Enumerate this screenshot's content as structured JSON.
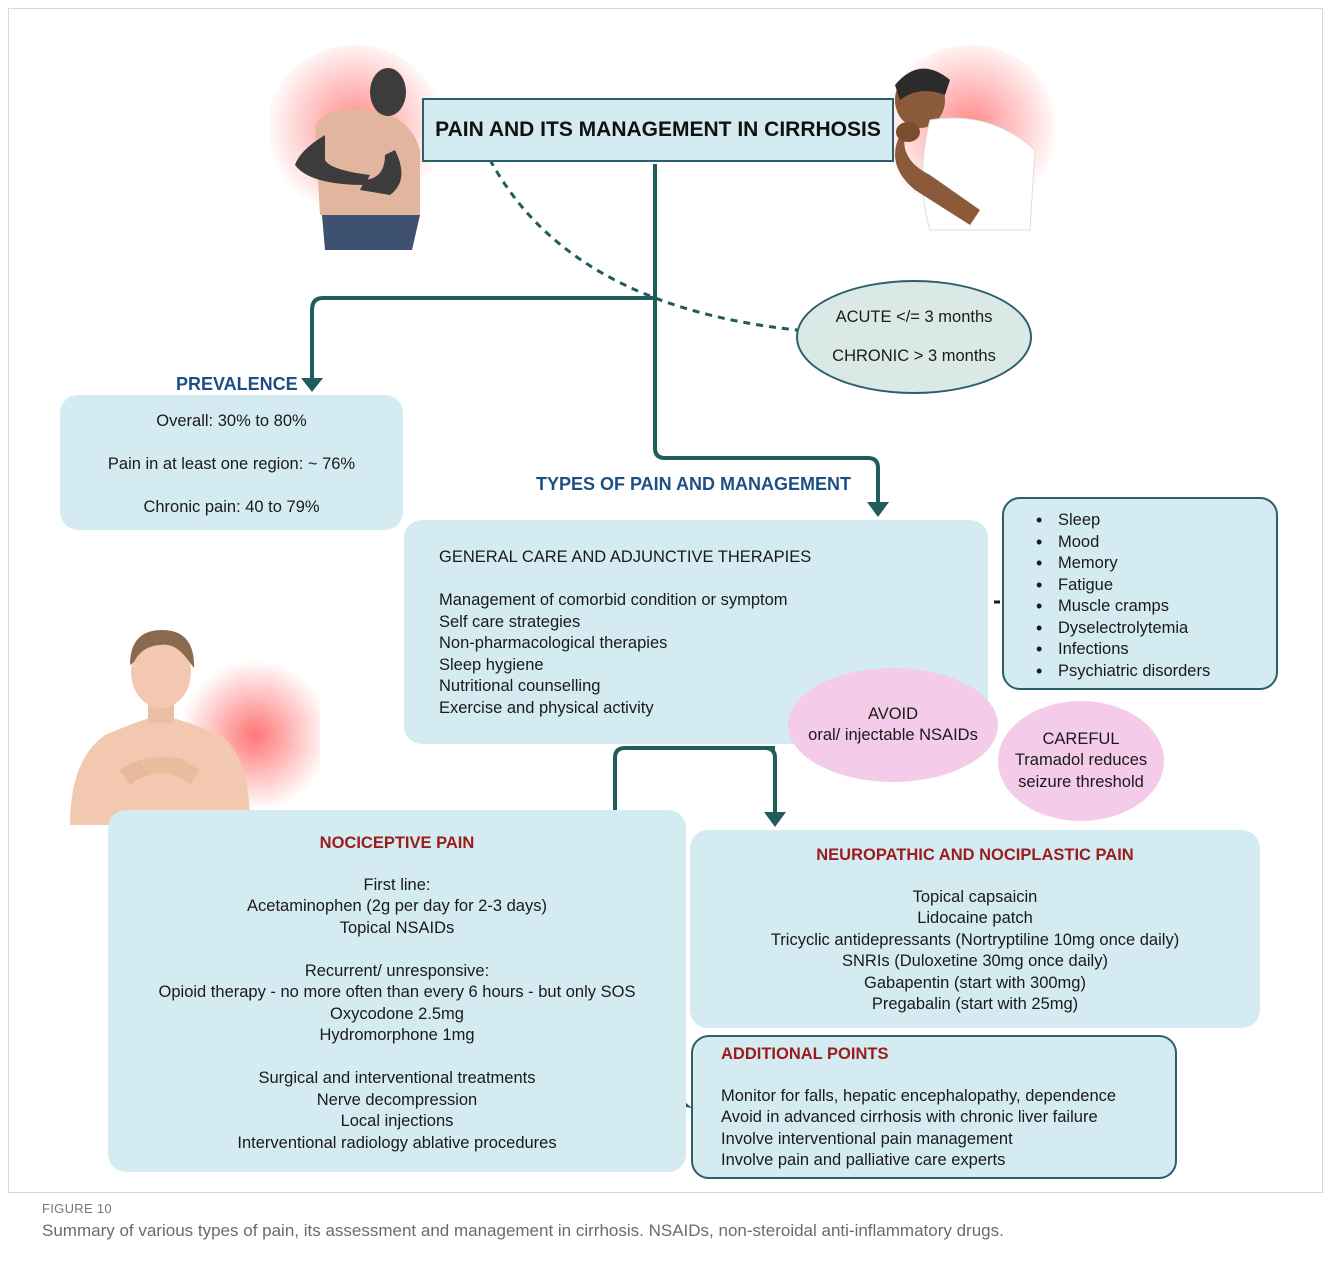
{
  "title": "PAIN AND ITS MANAGEMENT IN CIRRHOSIS",
  "duration": {
    "acute": "ACUTE </= 3 months",
    "chronic": "CHRONIC > 3 months"
  },
  "prevalence": {
    "heading": "PREVALENCE",
    "lines": [
      "Overall:  30% to 80%",
      "Pain in at least one region: ~ 76%",
      "Chronic pain: 40 to 79%"
    ]
  },
  "types_heading": "TYPES OF PAIN AND MANAGEMENT",
  "general": {
    "heading": "GENERAL CARE AND ADJUNCTIVE THERAPIES",
    "items": [
      "Management of comorbid condition or symptom",
      "Self care strategies",
      "Non-pharmacological therapies",
      "Sleep hygiene",
      "Nutritional counselling",
      "Exercise and physical activity"
    ]
  },
  "comorbid": [
    "Sleep",
    "Mood",
    "Memory",
    "Fatigue",
    "Muscle cramps",
    "Dyselectrolytemia",
    "Infections",
    "Psychiatric disorders"
  ],
  "avoid": {
    "title": "AVOID",
    "text": "oral/ injectable NSAIDs"
  },
  "careful": {
    "title": "CAREFUL",
    "line1": "Tramadol reduces",
    "line2": "seizure threshold"
  },
  "nociceptive": {
    "heading": "NOCICEPTIVE PAIN",
    "first_line": [
      "First line:",
      "Acetaminophen (2g per day for 2-3 days)",
      "Topical NSAIDs"
    ],
    "recurrent": [
      "Recurrent/ unresponsive:",
      "Opioid therapy - no more often than every 6 hours - but only SOS",
      "Oxycodone 2.5mg",
      "Hydromorphone 1mg"
    ],
    "surgical": [
      "Surgical and interventional treatments",
      "Nerve decompression",
      "Local injections",
      "Interventional radiology ablative procedures"
    ]
  },
  "neuropathic": {
    "heading": "NEUROPATHIC AND NOCIPLASTIC PAIN",
    "items": [
      "Topical capsaicin",
      "Lidocaine patch",
      "Tricyclic antidepressants (Nortryptiline 10mg once daily)",
      "SNRIs (Duloxetine 30mg once daily)",
      "Gabapentin (start with 300mg)",
      "Pregabalin (start with 25mg)"
    ]
  },
  "additional": {
    "heading": "ADDITIONAL POINTS",
    "items": [
      "Monitor for falls, hepatic encephalopathy, dependence",
      "Avoid in advanced cirrhosis with chronic liver failure",
      "Involve interventional pain management",
      "Involve pain and palliative care experts"
    ]
  },
  "figure_label": "FIGURE 10",
  "caption": "Summary of various types of pain, its assessment and management in cirrhosis. NSAIDs, non-steroidal anti-inflammatory drugs.",
  "colors": {
    "box_fill": "#d3ebf1",
    "arrow": "#1f5c5a",
    "heading_blue": "#1d4f86",
    "heading_red": "#9b1c1c",
    "pink": "#f4cbe8",
    "pain_glow": "#ff3b3b"
  }
}
